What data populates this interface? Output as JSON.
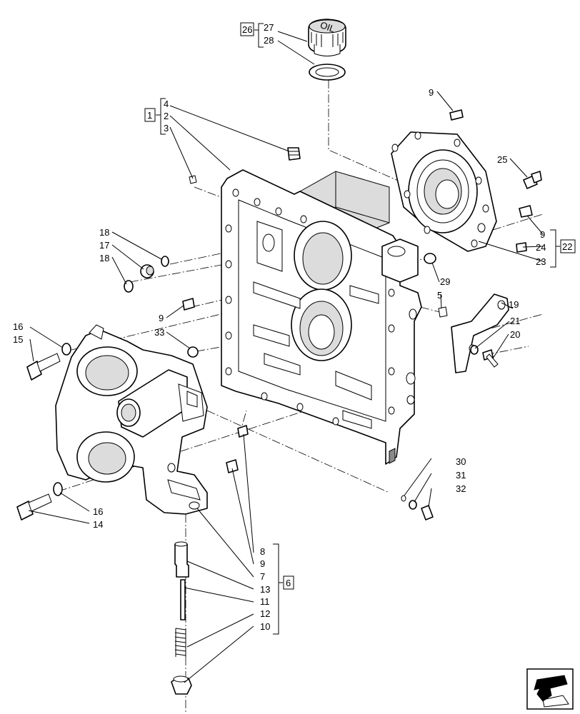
{
  "callouts": [
    "1",
    "2",
    "3",
    "4",
    "5",
    "6",
    "7",
    "8",
    "9",
    "10",
    "11",
    "12",
    "13",
    "14",
    "15",
    "16",
    "17",
    "18",
    "19",
    "20",
    "21",
    "22",
    "23",
    "24",
    "25",
    "26",
    "27",
    "28",
    "29",
    "30",
    "31",
    "32",
    "33"
  ],
  "boxed_callouts": [
    "1",
    "6",
    "22",
    "26"
  ],
  "cap_text": "OIL",
  "icons": [
    "return-arrow-icon"
  ]
}
